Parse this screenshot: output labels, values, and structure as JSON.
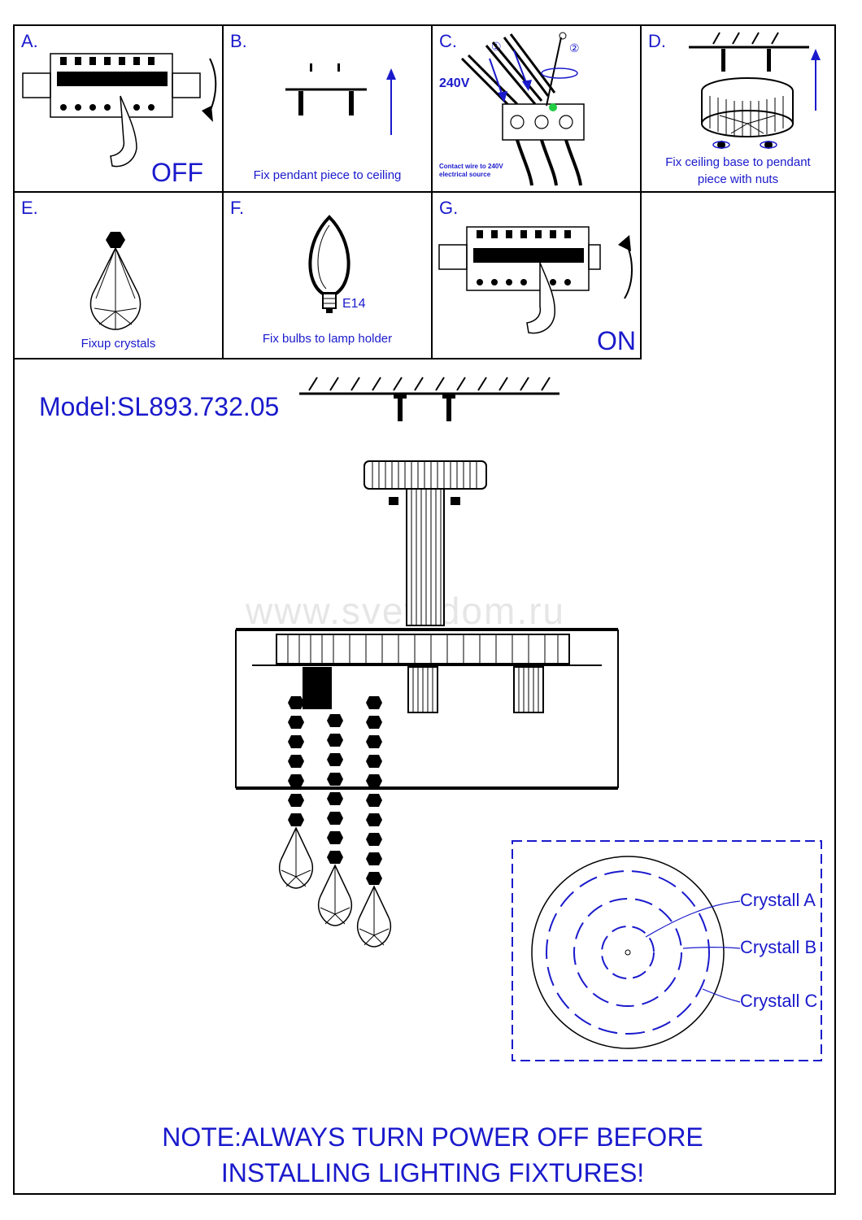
{
  "steps": [
    {
      "letter": "A.",
      "label": "OFF"
    },
    {
      "letter": "B.",
      "caption": "Fix pendant piece to ceiling"
    },
    {
      "letter": "C.",
      "voltage": "240V",
      "note_line1": "Contact wire to 240V",
      "note_line2": "electrical source",
      "marker1": "①",
      "marker2": "②"
    },
    {
      "letter": "D.",
      "caption_line1": "Fix ceiling base to pendant",
      "caption_line2": "piece with nuts"
    },
    {
      "letter": "E.",
      "caption": "Fixup crystals"
    },
    {
      "letter": "F.",
      "bulb_type": "E14",
      "caption": "Fix bulbs to lamp holder"
    },
    {
      "letter": "G.",
      "label": "ON"
    }
  ],
  "model": "Model:SL893.732.05",
  "watermark": "www.svetodom.ru",
  "crystal_labels": [
    "Crystall A",
    "Crystall B",
    "Crystall C"
  ],
  "note_line1": "NOTE:ALWAYS TURN POWER OFF BEFORE",
  "note_line2": "INSTALLING LIGHTING FIXTURES!",
  "colors": {
    "accent": "#1a1acc",
    "line": "#000000"
  }
}
